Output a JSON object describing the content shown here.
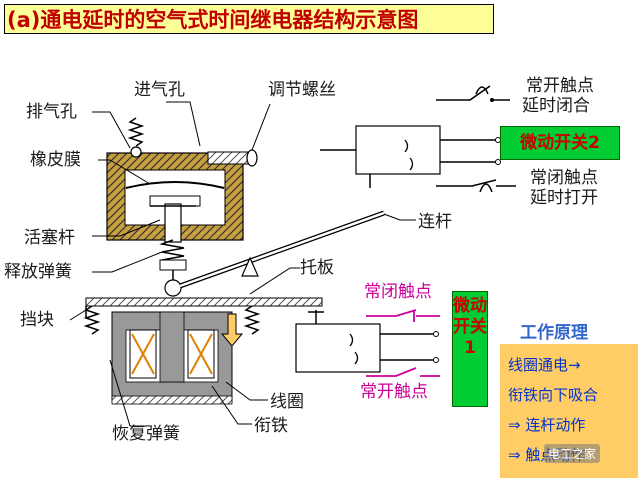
{
  "title": "(a)通电延时的空气式时间继电器结构示意图",
  "labels": {
    "intake_hole": "进气孔",
    "adjust_screw": "调节螺丝",
    "exhaust_hole": "排气孔",
    "rubber_membrane": "橡皮膜",
    "piston_rod": "活塞杆",
    "release_spring": "释放弹簧",
    "connecting_rod": "连杆",
    "support_plate": "托板",
    "stopper": "挡块",
    "coil": "线圈",
    "armature": "衔铁",
    "return_spring": "恢复弹簧",
    "no_contact_top": "常开触点",
    "delay_close": "延时闭合",
    "nc_contact_top": "常闭触点",
    "delay_open": "延时打开",
    "nc_contact_mid": "常闭触点",
    "no_contact_mid": "常开触点"
  },
  "switches": {
    "switch2": "微动开关2",
    "switch1": "微动开关1"
  },
  "principle": {
    "heading": "工作原理",
    "lines": [
      "线圈通电→",
      "衔铁向下吸合",
      "⇒ 连杆动作",
      "⇒ 触点动作"
    ]
  },
  "watermark": "电工之家",
  "colors": {
    "title_bg": "#ffff99",
    "title_text": "#c00000",
    "switch_bg": "#00cc33",
    "switch_text": "#cc0000",
    "principle_heading": "#3366cc",
    "principle_bg": "#ffcc66",
    "principle_text": "#0033cc",
    "contact_label": "#cc0099",
    "chamber": "#c8a040"
  }
}
